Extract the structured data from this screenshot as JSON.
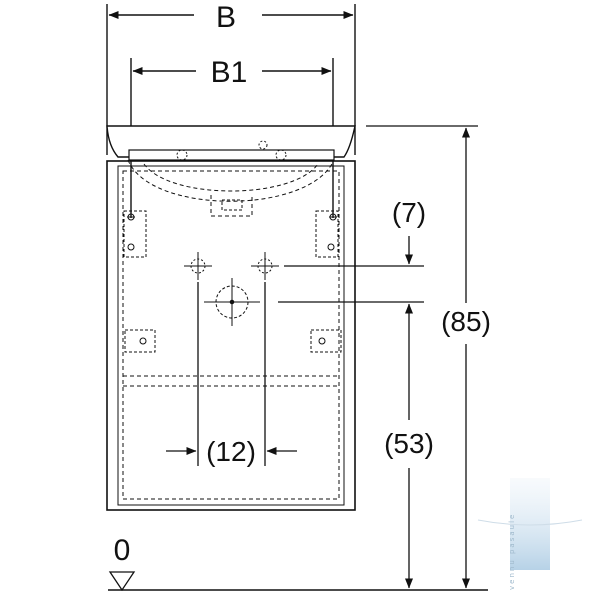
{
  "dimensions": {
    "width_label": "B",
    "inner_width_label": "B1",
    "top_offset_label": "(7)",
    "height_label": "(85)",
    "outlet_height_label": "(53)",
    "drain_spacing_label": "(12)",
    "floor_level_label": "0"
  },
  "watermark": {
    "text": "vennu pasaule"
  },
  "colors": {
    "line": "#111111",
    "watermark": "#9fb9cc"
  }
}
